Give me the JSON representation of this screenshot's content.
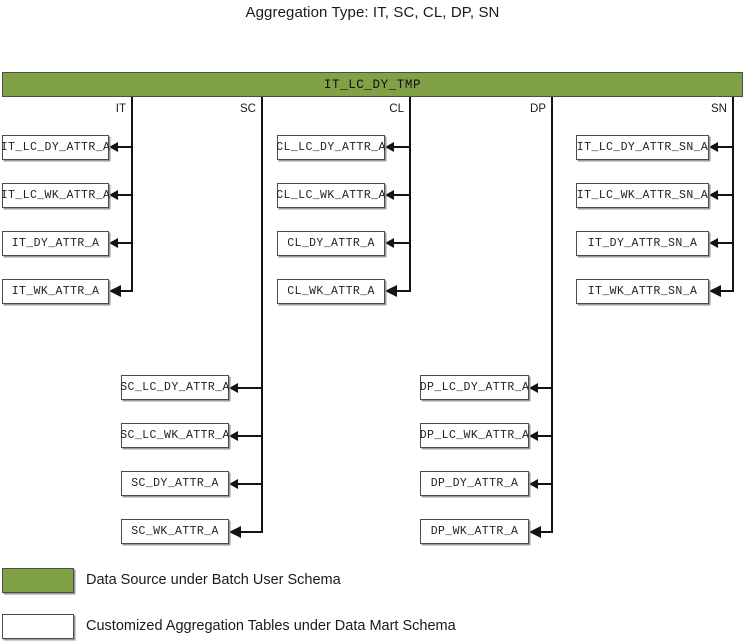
{
  "title": "Aggregation Type: IT, SC, CL, DP, SN",
  "source": {
    "name": "IT_LC_DY_TMP"
  },
  "branches": [
    {
      "key": "IT",
      "label": "IT",
      "tables": [
        "IT_LC_DY_ATTR_A",
        "IT_LC_WK_ATTR_A",
        "IT_DY_ATTR_A",
        "IT_WK_ATTR_A"
      ]
    },
    {
      "key": "SC",
      "label": "SC",
      "tables": [
        "SC_LC_DY_ATTR_A",
        "SC_LC_WK_ATTR_A",
        "SC_DY_ATTR_A",
        "SC_WK_ATTR_A"
      ]
    },
    {
      "key": "CL",
      "label": "CL",
      "tables": [
        "CL_LC_DY_ATTR_A",
        "CL_LC_WK_ATTR_A",
        "CL_DY_ATTR_A",
        "CL_WK_ATTR_A"
      ]
    },
    {
      "key": "DP",
      "label": "DP",
      "tables": [
        "DP_LC_DY_ATTR_A",
        "DP_LC_WK_ATTR_A",
        "DP_DY_ATTR_A",
        "DP_WK_ATTR_A"
      ]
    },
    {
      "key": "SN",
      "label": "SN",
      "tables": [
        "IT_LC_DY_ATTR_SN_A",
        "IT_LC_WK_ATTR_SN_A",
        "IT_DY_ATTR_SN_A",
        "IT_WK_ATTR_SN_A"
      ]
    }
  ],
  "legend": [
    {
      "swatch": "green",
      "text": "Data Source under Batch User Schema"
    },
    {
      "swatch": "white",
      "text": "Customized Aggregation Tables under Data Mart Schema"
    }
  ],
  "colors": {
    "source_fill": "#80a145",
    "box_fill": "#ffffff",
    "line": "#141414",
    "border": "#4c4c4c"
  }
}
